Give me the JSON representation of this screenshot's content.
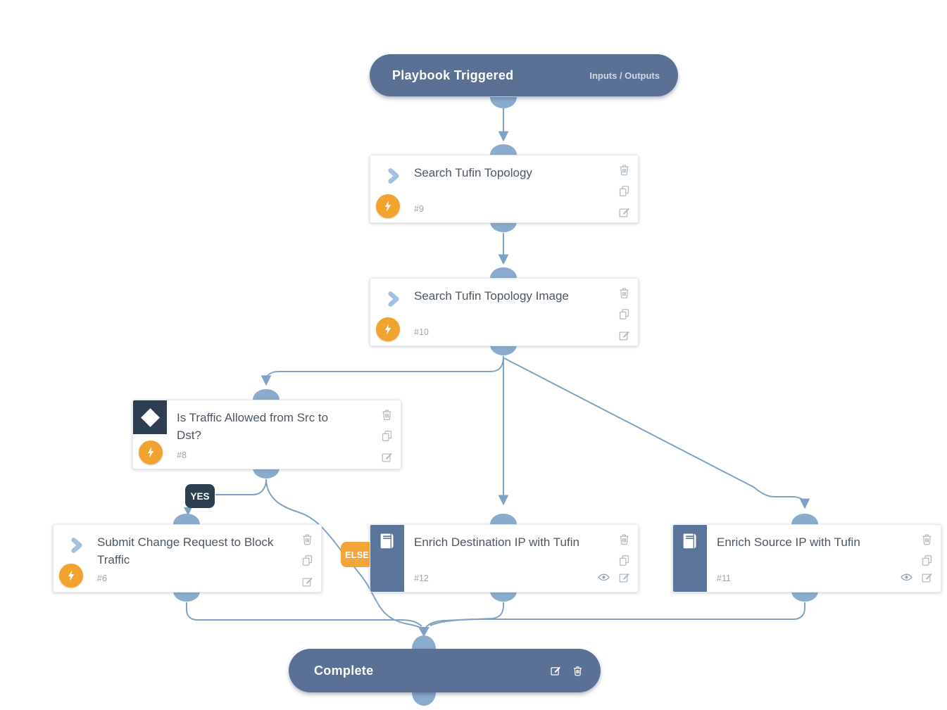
{
  "trigger": {
    "label": "Playbook Triggered",
    "io_label": "Inputs / Outputs"
  },
  "terminal": {
    "label": "Complete"
  },
  "branches": {
    "yes_label": "YES",
    "else_label": "ELSE"
  },
  "tasks": {
    "search_topology": {
      "title": "Search Tufin Topology",
      "number": "#9",
      "type": "automation"
    },
    "search_topology_image": {
      "title": "Search Tufin Topology Image",
      "number": "#10",
      "type": "automation"
    },
    "is_traffic_allowed": {
      "title": "Is Traffic Allowed from Src to Dst?",
      "number": "#8",
      "type": "condition"
    },
    "submit_change_request": {
      "title": "Submit Change Request to Block Traffic",
      "number": "#6",
      "type": "automation"
    },
    "enrich_destination_ip": {
      "title": "Enrich Destination IP with Tufin",
      "number": "#12",
      "type": "sub-playbook"
    },
    "enrich_source_ip": {
      "title": "Enrich Source IP with Tufin",
      "number": "#11",
      "type": "sub-playbook"
    }
  },
  "icons": {
    "chevron-icon": "❯ task chevron",
    "lightning-icon": "⚡ automation",
    "diamond-icon": "◆ condition",
    "book-icon": "📖 sub-playbook",
    "trash-icon": "🗑 delete task",
    "copy-icon": "⧉ duplicate task",
    "edit-icon": "✎ edit task",
    "eye-icon": "👁 view sub-playbook"
  },
  "colors": {
    "terminal_blue": "#5a7195",
    "wire_blue": "#7ea2c6",
    "connector_blue": "#8babcd",
    "accent_orange": "#f0a32f",
    "navy": "#2d3e50",
    "title_text": "#4c5763",
    "muted_text": "#9aa4ad",
    "icon_gray": "#b3bbc2",
    "card_border": "#e8eaec"
  }
}
